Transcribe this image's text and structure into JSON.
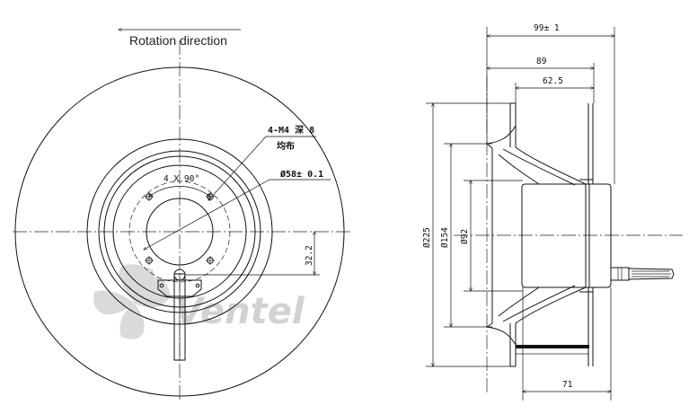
{
  "front_view": {
    "rotation_label": "Rotation direction",
    "thread_note_line1": "4-M4 深 8",
    "thread_note_line2": "均布",
    "hole_spacing": "4 X 90°",
    "bore_diameter": "Ø58± 0.1",
    "offset_dim": "32.2"
  },
  "side_view": {
    "overall_width": "99± 1",
    "width_89": "89",
    "width_62_5": "62.5",
    "dia_225": "Ø225",
    "dia_154": "Ø154",
    "dia_92": "Ø92",
    "width_71": "71"
  },
  "watermark": {
    "text_gray": "Ventel",
    "text_blue": "",
    "gray_color": "#c8c8c8",
    "blue_color": "#9fc3e8"
  }
}
